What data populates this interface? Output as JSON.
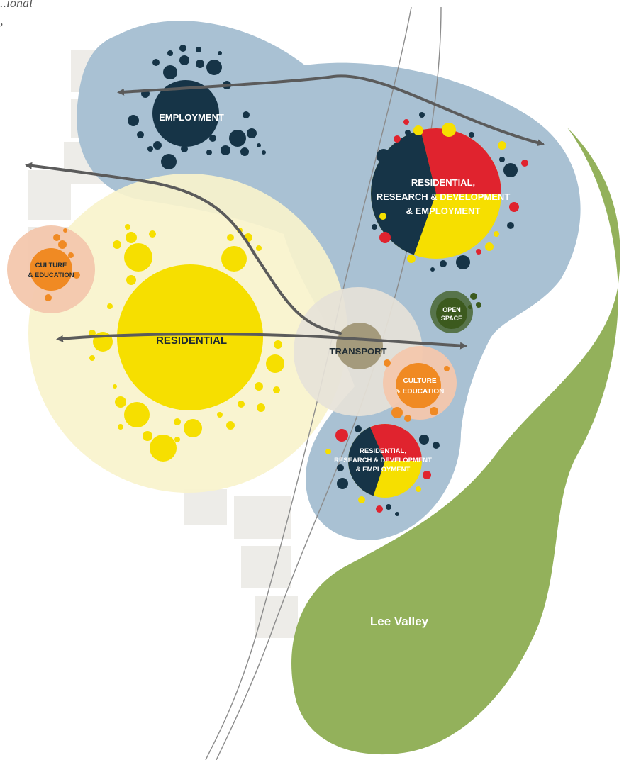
{
  "corner_fragment": {
    "line1": "..ional",
    "line2": ","
  },
  "labels": {
    "employment": "EMPLOYMENT",
    "rrd_north_1": "RESIDENTIAL,",
    "rrd_north_2": "RESEARCH & DEVELOPMENT",
    "rrd_north_3": "& EMPLOYMENT",
    "culture_west_1": "CULTURE",
    "culture_west_2": "& EDUCATION",
    "residential": "RESIDENTIAL",
    "transport": "TRANSPORT",
    "open_space_1": "OPEN",
    "open_space_2": "SPACE",
    "culture_east_1": "CULTURE",
    "culture_east_2": "& EDUCATION",
    "rrd_south_1": "RESIDENTIAL,",
    "rrd_south_2": "RESEARCH & DEVELOPMENT",
    "rrd_south_3": "& EMPLOYMENT",
    "lee_valley": "Lee Valley"
  },
  "colors": {
    "employment_zone": "#a9c1d3",
    "employment_dark": "#163447",
    "residential_zone": "#f8f3cc",
    "residential_yellow": "#f6df00",
    "culture_zone": "#f3c7ad",
    "culture_orange": "#f08a23",
    "transport_zone": "#e6e2d8",
    "transport_core": "#a49a7c",
    "open_space_green": "#3c5a1e",
    "lee_valley_green": "#93b15b",
    "rrd_red": "#e0232e",
    "arrow_grey": "#5b5b5b"
  },
  "icons": [
    "arrow-left",
    "arrow-right",
    "double-headed-arrow"
  ]
}
